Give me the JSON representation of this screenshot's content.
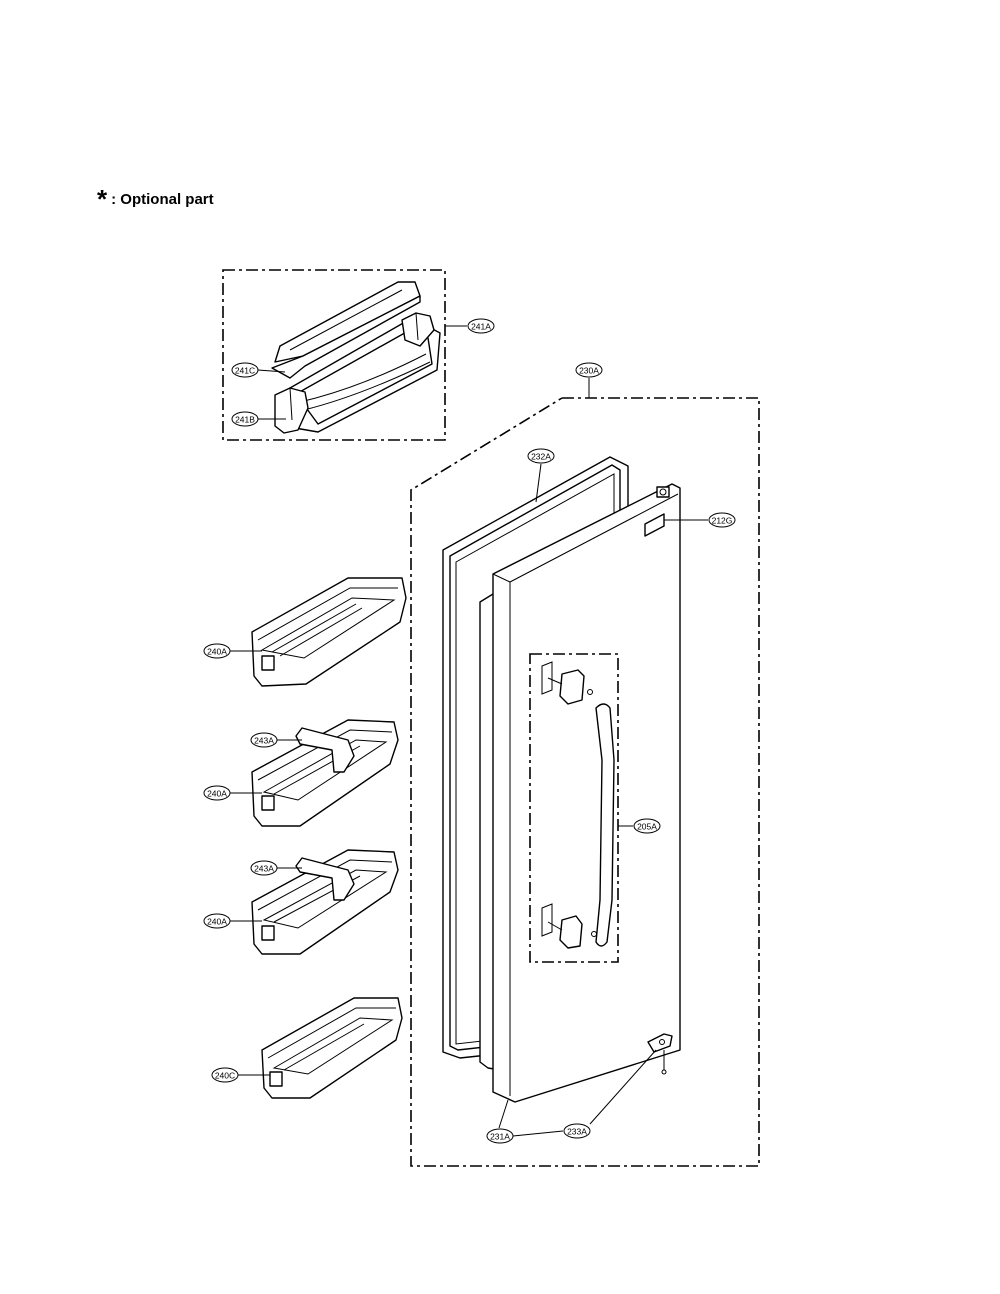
{
  "legend": {
    "symbol": "*",
    "text": ": Optional part"
  },
  "callouts": [
    {
      "id": "c241A",
      "label": "241A"
    },
    {
      "id": "c241C",
      "label": "241C"
    },
    {
      "id": "c241B",
      "label": "241B"
    },
    {
      "id": "c230A",
      "label": "230A"
    },
    {
      "id": "c232A",
      "label": "232A"
    },
    {
      "id": "c212G",
      "label": "212G"
    },
    {
      "id": "c240A1",
      "label": "240A"
    },
    {
      "id": "c243A1",
      "label": "243A"
    },
    {
      "id": "c240A2",
      "label": "240A"
    },
    {
      "id": "c205A",
      "label": "205A"
    },
    {
      "id": "c243A2",
      "label": "243A"
    },
    {
      "id": "c240A3",
      "label": "240A"
    },
    {
      "id": "c240C",
      "label": "240C"
    },
    {
      "id": "c231A",
      "label": "231A"
    },
    {
      "id": "c233A",
      "label": "233A"
    }
  ]
}
